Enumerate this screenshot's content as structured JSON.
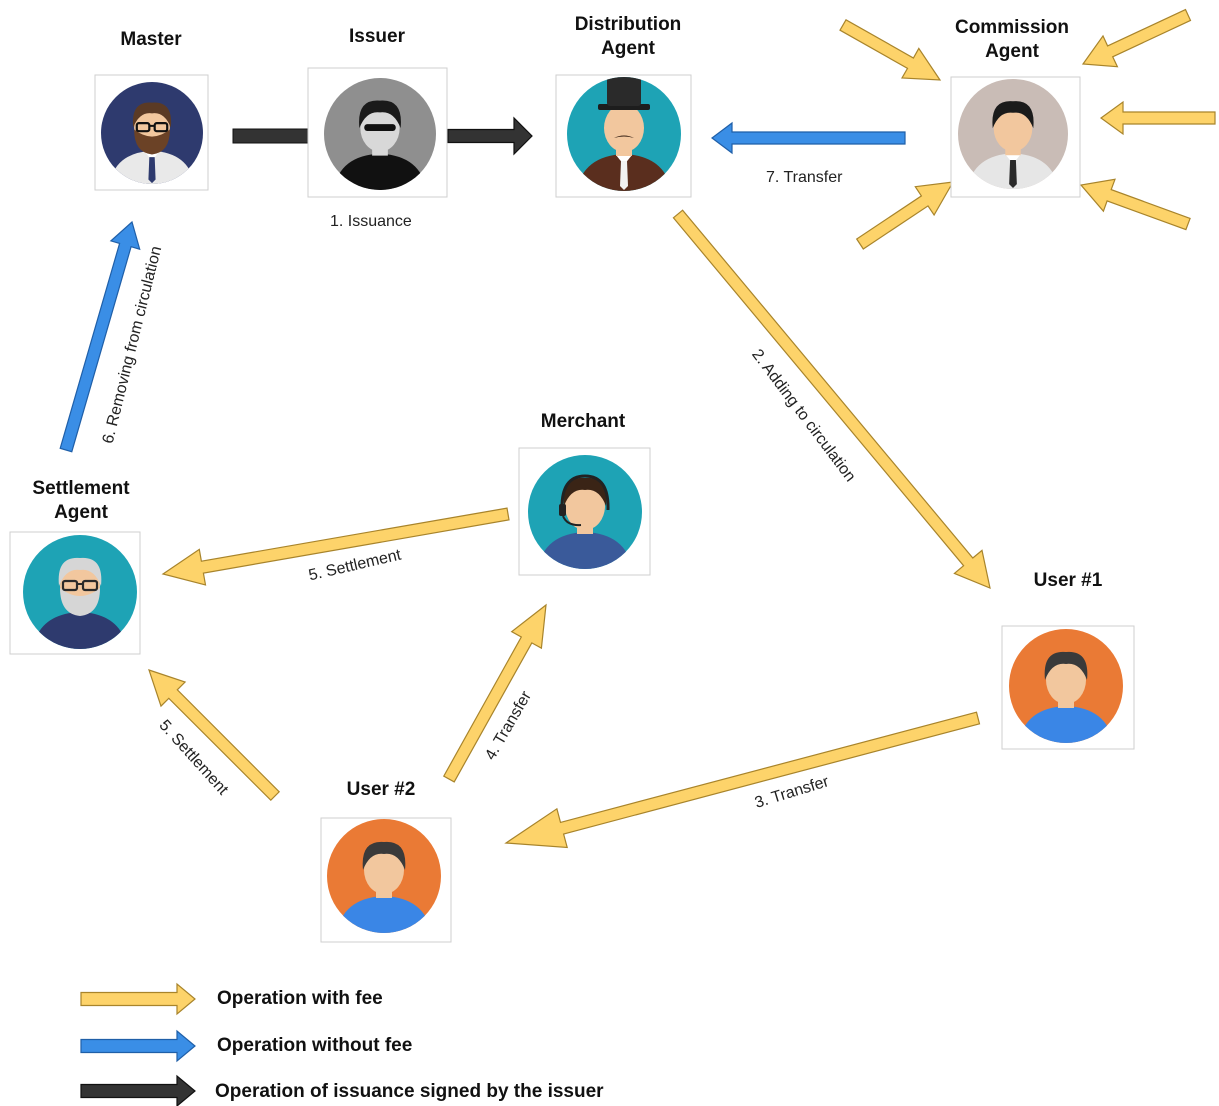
{
  "colors": {
    "fee": "#fdd36a",
    "fee_stroke": "#a8842b",
    "nofee": "#3a8ee6",
    "nofee_stroke": "#1f5fa8",
    "issuance": "#333333",
    "issuance_stroke": "#111111"
  },
  "nodes": {
    "master": {
      "name": "Master",
      "icon": "bearded-man-glasses-icon"
    },
    "issuer": {
      "name": "Issuer",
      "icon": "masked-man-icon"
    },
    "distribution": {
      "name": "Distribution\nAgent",
      "line1": "Distribution",
      "line2": "Agent",
      "icon": "top-hat-man-icon"
    },
    "commission": {
      "name": "Commission\nAgent",
      "line1": "Commission",
      "line2": "Agent",
      "icon": "businessman-icon"
    },
    "merchant": {
      "name": "Merchant",
      "icon": "headset-operator-icon"
    },
    "settlement": {
      "name": "Settlement\nAgent",
      "line1": "Settlement",
      "line2": "Agent",
      "icon": "old-man-glasses-icon"
    },
    "user1": {
      "name": "User #1",
      "icon": "user-avatar-icon"
    },
    "user2": {
      "name": "User #2",
      "icon": "user-avatar-icon"
    }
  },
  "edges": {
    "issuance": "1. Issuance",
    "adding": "2. Adding to circulation",
    "transfer3": "3. Transfer",
    "transfer4": "4. Transfer",
    "settlement_merchant": "5. Settlement",
    "settlement_user2": "5. Settlement",
    "removing": "6. Removing from circulation",
    "transfer7": "7. Transfer"
  },
  "legend": {
    "fee": "Operation with fee",
    "nofee": "Operation without fee",
    "issuance": "Operation of issuance signed by the issuer"
  }
}
